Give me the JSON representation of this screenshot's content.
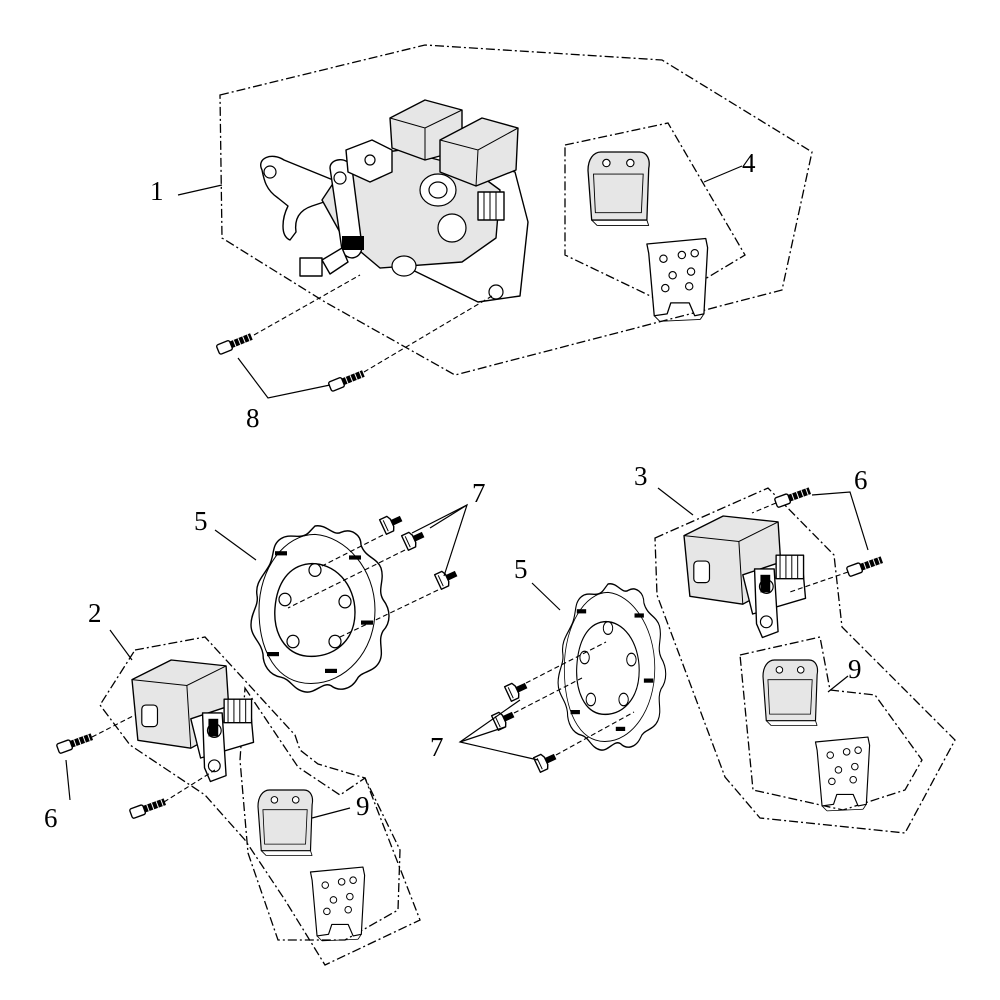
{
  "callouts": {
    "c1": "1",
    "c2": "2",
    "c3": "3",
    "c4": "4",
    "c5a": "5",
    "c5b": "5",
    "c6a": "6",
    "c6b": "6",
    "c7a": "7",
    "c7b": "7",
    "c8": "8",
    "c9a": "9",
    "c9b": "9"
  }
}
